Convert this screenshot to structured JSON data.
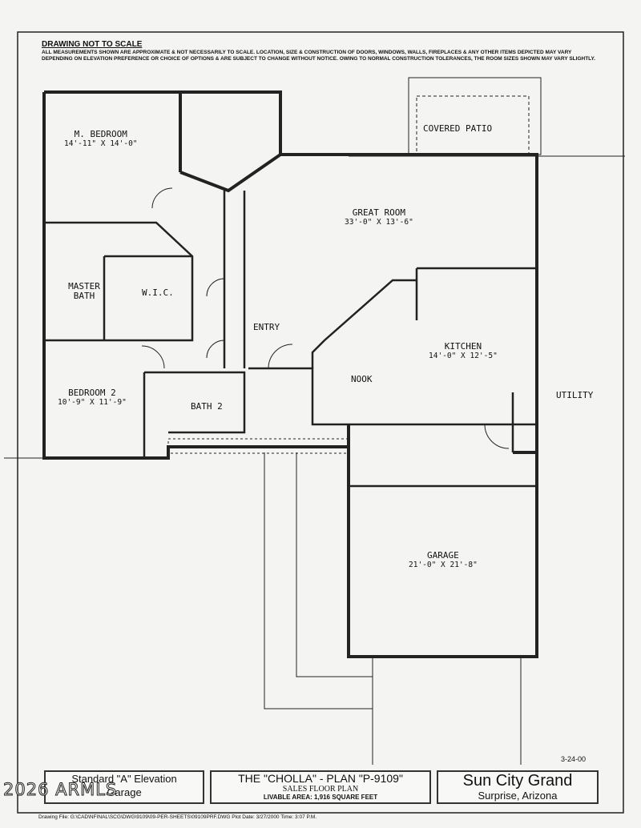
{
  "header": {
    "title": "DRAWING NOT TO SCALE",
    "note": "All measurements shown are approximate & not necessarily to scale. Location, size & construction of doors, windows, walls, fireplaces & any other items depicted may vary depending on elevation preference or choice of options & are subject to change without notice. Owing to normal construction tolerances, the room sizes shown may vary slightly."
  },
  "rooms": [
    {
      "name": "M. BEDROOM",
      "dims": "14'-11\" X 14'-0\""
    },
    {
      "name": "COVERED PATIO",
      "dims": ""
    },
    {
      "name": "GREAT ROOM",
      "dims": "33'-0\" X 13'-6\""
    },
    {
      "name": "MASTER BATH",
      "dims": ""
    },
    {
      "name": "W.I.C.",
      "dims": ""
    },
    {
      "name": "ENTRY",
      "dims": ""
    },
    {
      "name": "KITCHEN",
      "dims": "14'-0\" X 12'-5\""
    },
    {
      "name": "NOOK",
      "dims": ""
    },
    {
      "name": "UTILITY",
      "dims": ""
    },
    {
      "name": "BEDROOM 2",
      "dims": "10'-9\" X 11'-9\""
    },
    {
      "name": "BATH 2",
      "dims": ""
    },
    {
      "name": "GARAGE",
      "dims": "21'-0\" X 21'-8\""
    }
  ],
  "title_block": {
    "elevation_line1": "Standard \"A\" Elevation",
    "elevation_line2": "Garage",
    "plan_name": "THE \"CHOLLA\" - PLAN \"P-9109\"",
    "plan_type": "SALES FLOOR PLAN",
    "livable_area": "LIVABLE AREA: 1,916 SQUARE FEET",
    "community": "Sun City Grand",
    "location": "Surprise, Arizona",
    "date": "3-24-00"
  },
  "footer": "Drawing File: G:\\CAD\\NFINAL\\SCG\\DWG\\9109\\09-PER-SHEETS\\09109PRF.DWG   Plot Date: 3/27/2000   Time: 3:07 P.M.",
  "watermark": "2026 ARMLS"
}
